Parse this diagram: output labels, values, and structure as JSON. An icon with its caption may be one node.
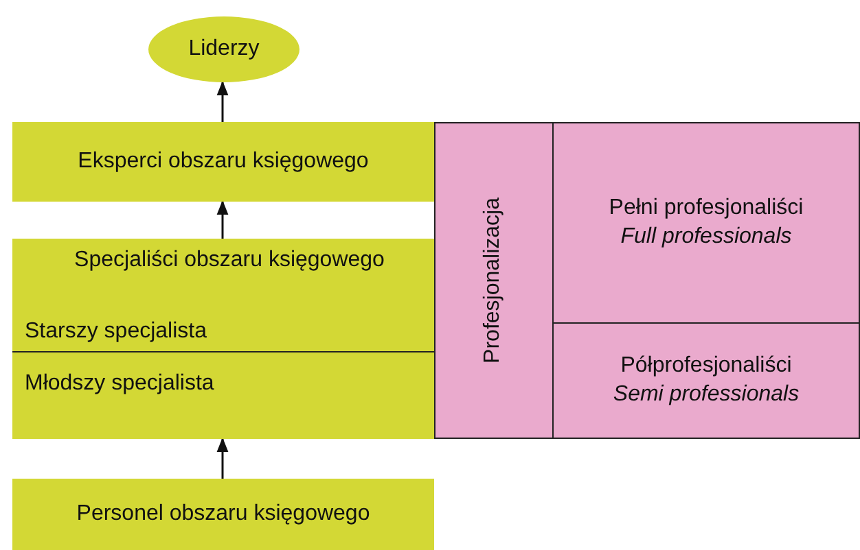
{
  "diagram": {
    "nodes": [
      {
        "text": [
          "Liderzy"
        ]
      },
      {
        "text": [
          "Eksperci obszaru księgowego"
        ]
      },
      {
        "text": [
          "Specjaliści obszaru księgowego",
          "Starszy specjalista"
        ]
      },
      {
        "text": [
          "Młodszy specjalista"
        ]
      },
      {
        "text": [
          "Personel obszaru księgowego"
        ]
      },
      {
        "text": [
          "Profesjonalizacja"
        ]
      },
      {
        "text": [
          "Pełni profesjonaliści",
          "Full professionals"
        ]
      },
      {
        "text": [
          "Półprofesjonaliści",
          "Semi professionals"
        ]
      }
    ],
    "edges": [
      {
        "from": 1,
        "to": 0,
        "arrow": "to"
      },
      {
        "from": 2,
        "to": 1,
        "arrow": "to"
      },
      {
        "from": 4,
        "to": 3,
        "arrow": "to"
      }
    ]
  }
}
